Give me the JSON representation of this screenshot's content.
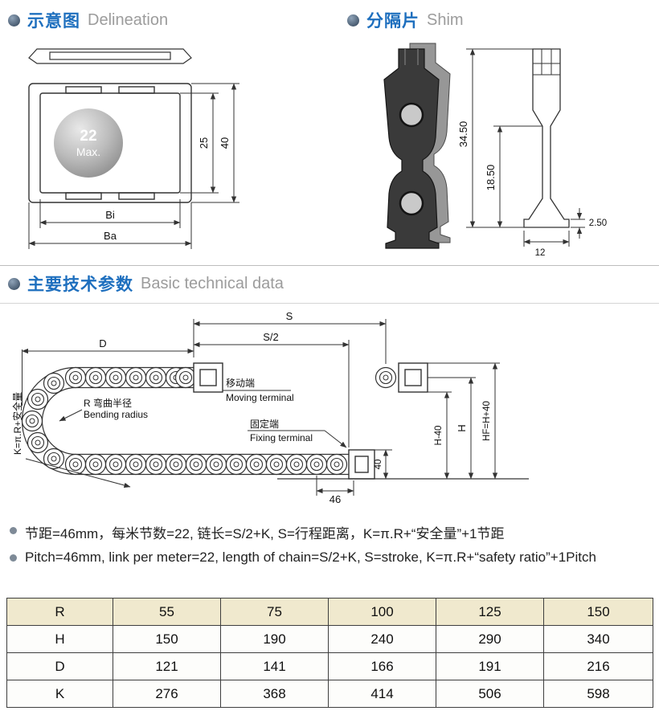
{
  "headers": {
    "delineation": {
      "cn": "示意图",
      "en": "Delineation"
    },
    "shim": {
      "cn": "分隔片",
      "en": "Shim"
    },
    "technical": {
      "cn": "主要技术参数",
      "en": "Basic technical data"
    }
  },
  "delineation_drawing": {
    "ball_value": "22",
    "ball_max": "Max.",
    "inner_height": "25",
    "outer_height": "40",
    "inner_width": "Bi",
    "outer_width": "Ba"
  },
  "shim_drawing": {
    "overall_height": "34.50",
    "upper_height": "18.50",
    "plate_thickness": "2.50",
    "base_width": "12"
  },
  "technical_drawing": {
    "stroke": "S",
    "half_stroke": "S/2",
    "d_dim": "D",
    "k_formula": "K=π.R+安全量",
    "bend_cn": "R 弯曲半径",
    "bend_en": "Bending radius",
    "moving_cn": "移动端",
    "moving_en": "Moving terminal",
    "fixing_cn": "固定端",
    "fixing_en": "Fixing terminal",
    "h_minus": "H-40",
    "h": "H",
    "hf": "HF=H+40",
    "chain_height": "40",
    "pitch": "46"
  },
  "notes": [
    {
      "text": "节距=46mm，每米节数=22, 链长=S/2+K, S=行程距离，K=π.R+“安全量”+1节距"
    },
    {
      "text": "Pitch=46mm, link per meter=22, length of chain=S/2+K, S=stroke, K=π.R+“safety ratio”+1Pitch"
    }
  ],
  "table": {
    "rows": [
      {
        "label": "R",
        "values": [
          "55",
          "75",
          "100",
          "125",
          "150"
        ]
      },
      {
        "label": "H",
        "values": [
          "150",
          "190",
          "240",
          "290",
          "340"
        ]
      },
      {
        "label": "D",
        "values": [
          "121",
          "141",
          "166",
          "191",
          "216"
        ]
      },
      {
        "label": "K",
        "values": [
          "276",
          "368",
          "414",
          "506",
          "598"
        ]
      }
    ]
  }
}
